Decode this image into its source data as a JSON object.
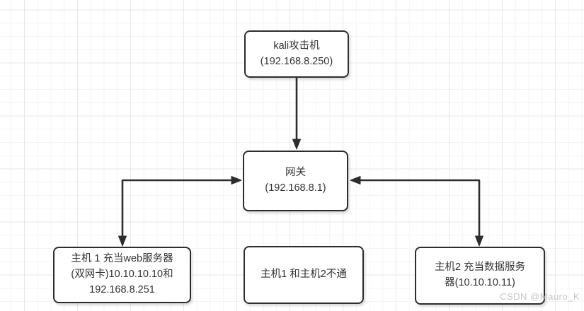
{
  "nodes": {
    "kali": {
      "label": "kali攻击机\n(192.168.8.250)"
    },
    "gateway": {
      "label": "网关\n(192.168.8.1)"
    },
    "host1": {
      "label": "主机 1 充当web服务器\n(双网卡)10.10.10.10和\n192.168.8.251"
    },
    "note": {
      "label": "主机1 和主机2不通"
    },
    "host2": {
      "label": "主机2 充当数据服务\n器(10.10.10.11)"
    }
  },
  "connections": [
    {
      "from": "kali",
      "to": "gateway",
      "direction": "down"
    },
    {
      "from": "gateway",
      "to": "host1",
      "direction": "both-elbow-left"
    },
    {
      "from": "gateway",
      "to": "host2",
      "direction": "both-elbow-right"
    }
  ],
  "colors": {
    "node_stroke": "#2d2d2d",
    "node_fill": "#ffffff",
    "grid_minor": "#f4f4f6",
    "grid_major": "#e7e7ea",
    "watermark": "#c6c6ca"
  },
  "watermark": "CSDN @Mauro_K"
}
